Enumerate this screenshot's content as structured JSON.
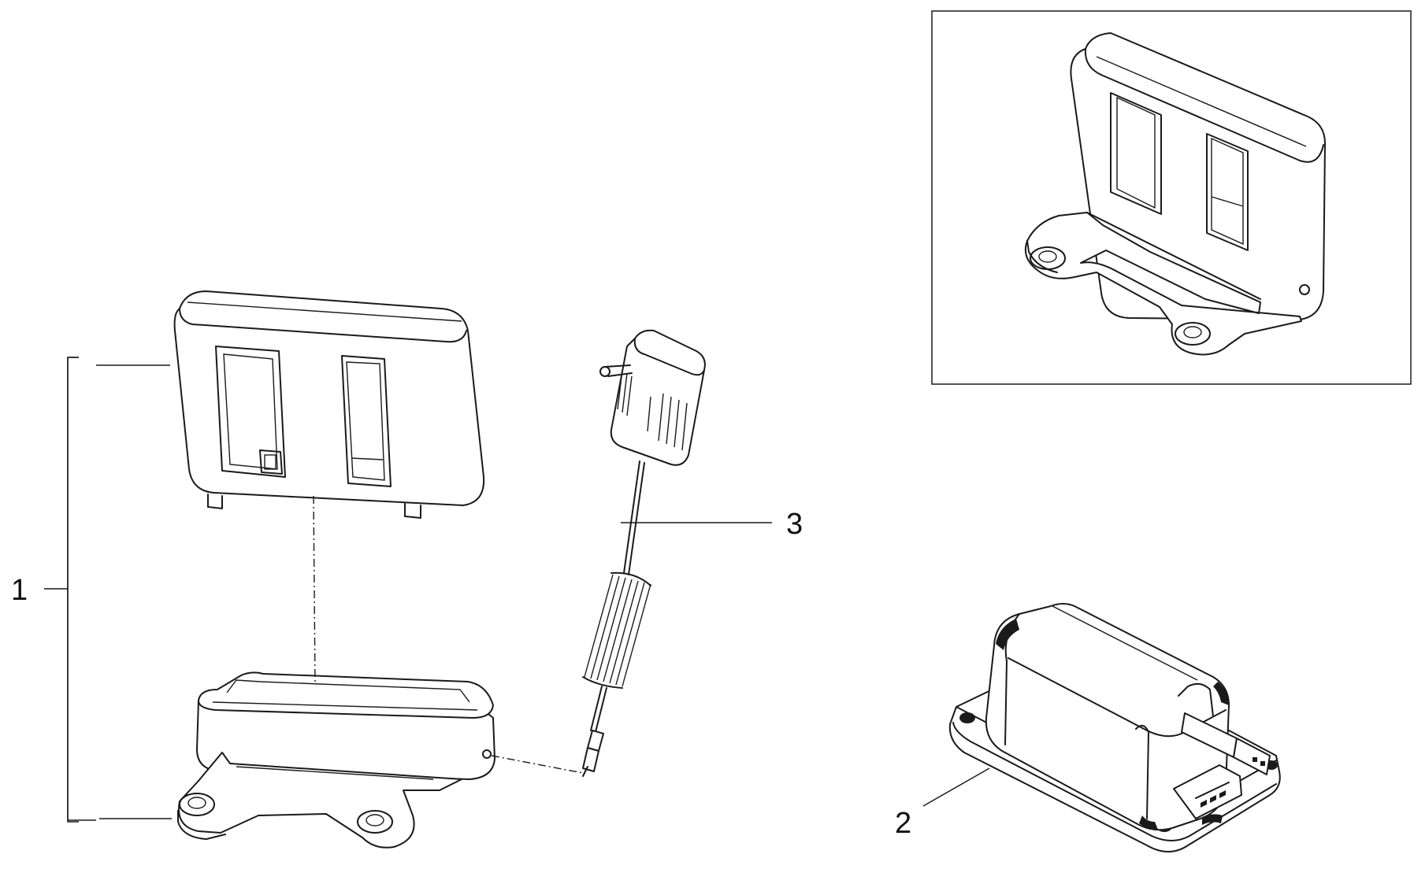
{
  "labels": {
    "one": "1",
    "two": "2",
    "three": "3"
  },
  "colors": {
    "line": "#1a1a1a",
    "background": "#ffffff"
  }
}
